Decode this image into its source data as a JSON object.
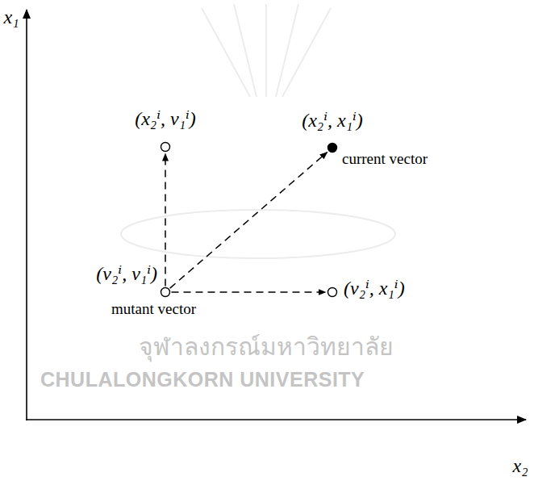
{
  "diagram": {
    "nodes": [
      {
        "text": [
          "(x₂ⁱ, v₁ⁱ)"
        ]
      },
      {
        "text": [
          "(x₂ⁱ, x₁ⁱ)",
          "current vector"
        ]
      },
      {
        "text": [
          "(v₂ⁱ, v₁ⁱ)",
          "mutant vector"
        ]
      },
      {
        "text": [
          "(v₂ⁱ, x₁ⁱ)"
        ]
      }
    ],
    "edges": [
      {
        "from": 2,
        "to": 0,
        "arrow": "to"
      },
      {
        "from": 2,
        "to": 1,
        "arrow": "to"
      },
      {
        "from": 2,
        "to": 3,
        "arrow": "to"
      }
    ],
    "labels": [
      "x₁",
      "x₂",
      "จุฬาลงกรณ์มหาวิทยาลัย",
      "CHULALONGKORN UNIVERSITY"
    ]
  }
}
